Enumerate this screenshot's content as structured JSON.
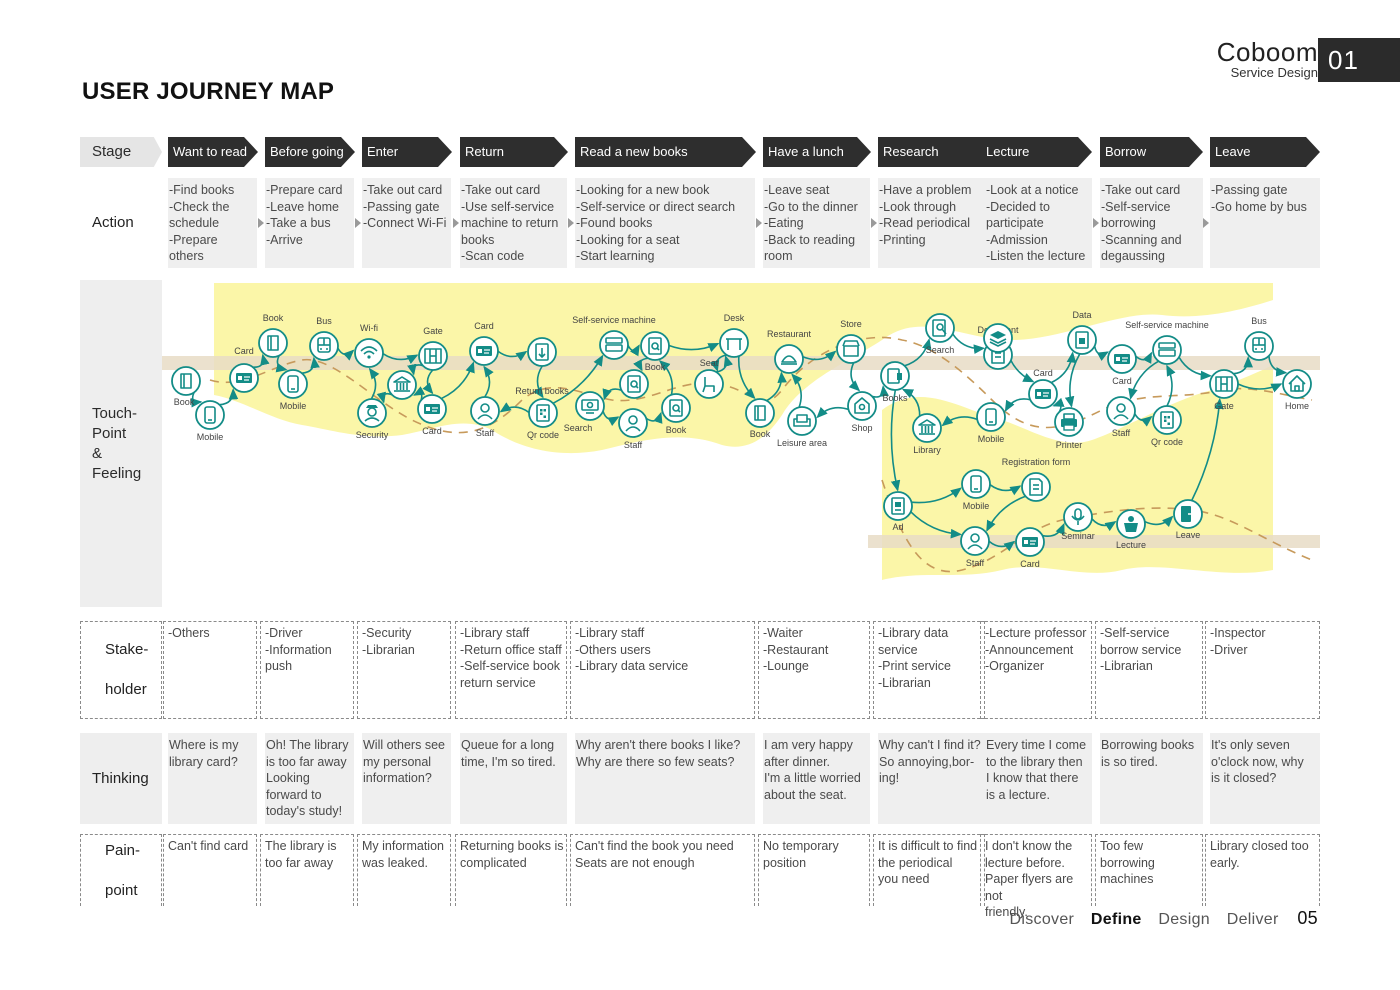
{
  "header": {
    "title": "USER JOURNEY MAP",
    "brand": "Coboom",
    "brand_sub": "Service Design",
    "page_tag": "01"
  },
  "rows": {
    "stage": "Stage",
    "action": "Action",
    "touchpoint": [
      "Touch-",
      "Point",
      "&",
      "Feeling"
    ],
    "stakeholder": [
      "Stake-",
      "holder"
    ],
    "thinking": "Thinking",
    "painpoint": [
      "Pain-",
      "point"
    ]
  },
  "stages": [
    "Want to read",
    "Before going",
    "Enter",
    "Return",
    "Read a new books",
    "Have a lunch",
    "Research",
    "Lecture",
    "Borrow",
    "Leave"
  ],
  "actions": [
    "-Find books\n-Check the\n schedule\n-Prepare others",
    "-Prepare card\n-Leave home\n-Take a bus\n-Arrive",
    "-Take out card\n-Passing gate\n-Connect Wi-Fi",
    "-Take out card\n-Use self-service\n machine to return\n books\n-Scan code",
    "-Looking for a new book\n-Self-service or direct search\n-Found books\n-Looking for a seat\n-Start learning",
    "-Leave seat\n-Go to the dinner\n-Eating\n-Back to reading\n room",
    "-Have a problem\n-Look through\n-Read periodical\n-Printing",
    "-Look at a notice\n-Decided to\n participate\n-Admission\n-Listen the lecture",
    "-Take out card\n-Self-service\n borrowing\n-Scanning and\n degaussing",
    "-Passing gate\n-Go home by bus"
  ],
  "stakeholders": [
    "-Others",
    "-Driver\n-Information\n push",
    "-Security\n-Librarian",
    "-Library staff\n-Return office staff\n-Self-service book\n return service",
    "-Library staff\n-Others users\n-Library data service",
    "-Waiter\n-Restaurant\n-Lounge",
    "-Library data\n service\n-Print service\n-Librarian",
    "-Lecture professor\n-Announcement\n-Organizer",
    "-Self-service\n borrow service\n-Librarian",
    "-Inspector\n-Driver"
  ],
  "thinking": [
    "Where is my\nlibrary card?",
    "Oh! The library\n is too far away\nLooking\n forward to\n today's study!",
    "Will others see\n my personal\n information?",
    "Queue for a long\n time, I'm so tired.",
    "Why aren't there books I like?\nWhy are there so few seats?",
    "I am very happy\n after dinner.\nI'm a little worried\n about the seat.",
    "Why can't I find it?\n So annoying,bor-\n ing!",
    "Every time I come\n to the library then\n I know that there\n is a lecture.",
    "Borrowing books\n is so tired.",
    "It's only seven\n o'clock now, why\n is it closed?"
  ],
  "painpoints": [
    "Can't find card",
    "The library is\n too far away",
    "My information\n was leaked.",
    "Returning books is\n complicated",
    "Can't find the book you need\nSeats are not enough",
    "No temporary\n position",
    "It is difficult to find\n the periodical\n you need",
    "I don't know the\n lecture  before.\nPaper flyers are not\n friendly.",
    "Too few\n borrowing\n machines",
    "Library closed too\n early."
  ],
  "touchpoints": [
    {
      "label": "Book",
      "icon": "book-icon"
    },
    {
      "label": "Mobile",
      "icon": "mobile-icon"
    },
    {
      "label": "Card",
      "icon": "card-icon"
    },
    {
      "label": "Book",
      "icon": "book-icon"
    },
    {
      "label": "Mobile",
      "icon": "mobile-icon"
    },
    {
      "label": "Bus",
      "icon": "bus-icon"
    },
    {
      "label": "Wi-fi",
      "icon": "wifi-icon"
    },
    {
      "label": "Security",
      "icon": "guard-icon"
    },
    {
      "label": "",
      "icon": "library-icon"
    },
    {
      "label": "Gate",
      "icon": "gate-icon"
    },
    {
      "label": "Card",
      "icon": "card-icon"
    },
    {
      "label": "Card",
      "icon": "card-icon"
    },
    {
      "label": "Staff",
      "icon": "person-icon"
    },
    {
      "label": "Return books",
      "icon": "return-icon"
    },
    {
      "label": "Qr code",
      "icon": "qr-icon"
    },
    {
      "label": "Self-service machine",
      "icon": "machine-icon"
    },
    {
      "label": "Book",
      "icon": "book-search-icon"
    },
    {
      "label": "Search",
      "icon": "search-screen-icon"
    },
    {
      "label": "Staff",
      "icon": "person-icon"
    },
    {
      "label": "Book",
      "icon": "book-search-icon"
    },
    {
      "label": "",
      "icon": "book-search-icon"
    },
    {
      "label": "Desk",
      "icon": "desk-icon"
    },
    {
      "label": "Seat",
      "icon": "seat-icon"
    },
    {
      "label": "Book",
      "icon": "book-icon"
    },
    {
      "label": "Restaurant",
      "icon": "restaurant-icon"
    },
    {
      "label": "Store",
      "icon": "store-icon"
    },
    {
      "label": "Leisure area",
      "icon": "sofa-icon"
    },
    {
      "label": "Shop",
      "icon": "shop-icon"
    },
    {
      "label": "Books",
      "icon": "books-icon"
    },
    {
      "label": "Search",
      "icon": "search-icon"
    },
    {
      "label": "Document",
      "icon": "document-icon"
    },
    {
      "label": "",
      "icon": "layers-icon"
    },
    {
      "label": "Library",
      "icon": "library-icon"
    },
    {
      "label": "Mobile",
      "icon": "mobile-icon"
    },
    {
      "label": "Card",
      "icon": "card-icon"
    },
    {
      "label": "Data",
      "icon": "data-icon"
    },
    {
      "label": "Printer",
      "icon": "printer-icon"
    },
    {
      "label": "Card",
      "icon": "card-icon"
    },
    {
      "label": "Self-service machine",
      "icon": "machine-icon"
    },
    {
      "label": "Staff",
      "icon": "person-icon"
    },
    {
      "label": "Qr code",
      "icon": "qr-icon"
    },
    {
      "label": "Bus",
      "icon": "bus-icon"
    },
    {
      "label": "Gate",
      "icon": "gate-icon"
    },
    {
      "label": "Home",
      "icon": "home-icon"
    },
    {
      "label": "Ad",
      "icon": "ad-icon"
    },
    {
      "label": "Mobile",
      "icon": "mobile-icon"
    },
    {
      "label": "Registration form",
      "icon": "form-icon"
    },
    {
      "label": "Staff",
      "icon": "person-icon"
    },
    {
      "label": "Card",
      "icon": "card-icon"
    },
    {
      "label": "Seminar",
      "icon": "mic-icon"
    },
    {
      "label": "Lecture",
      "icon": "lecture-icon"
    },
    {
      "label": "Leave",
      "icon": "exit-icon"
    }
  ],
  "footer": {
    "items": [
      "Discover",
      "Define",
      "Design",
      "Deliver"
    ],
    "active": "Define",
    "page": "05"
  },
  "colors": {
    "teal": "#138c87",
    "highlight": "#fbf6a8",
    "band": "#e8dcc6",
    "dash_line": "#c79a5b",
    "dark": "#2e2e2e"
  }
}
